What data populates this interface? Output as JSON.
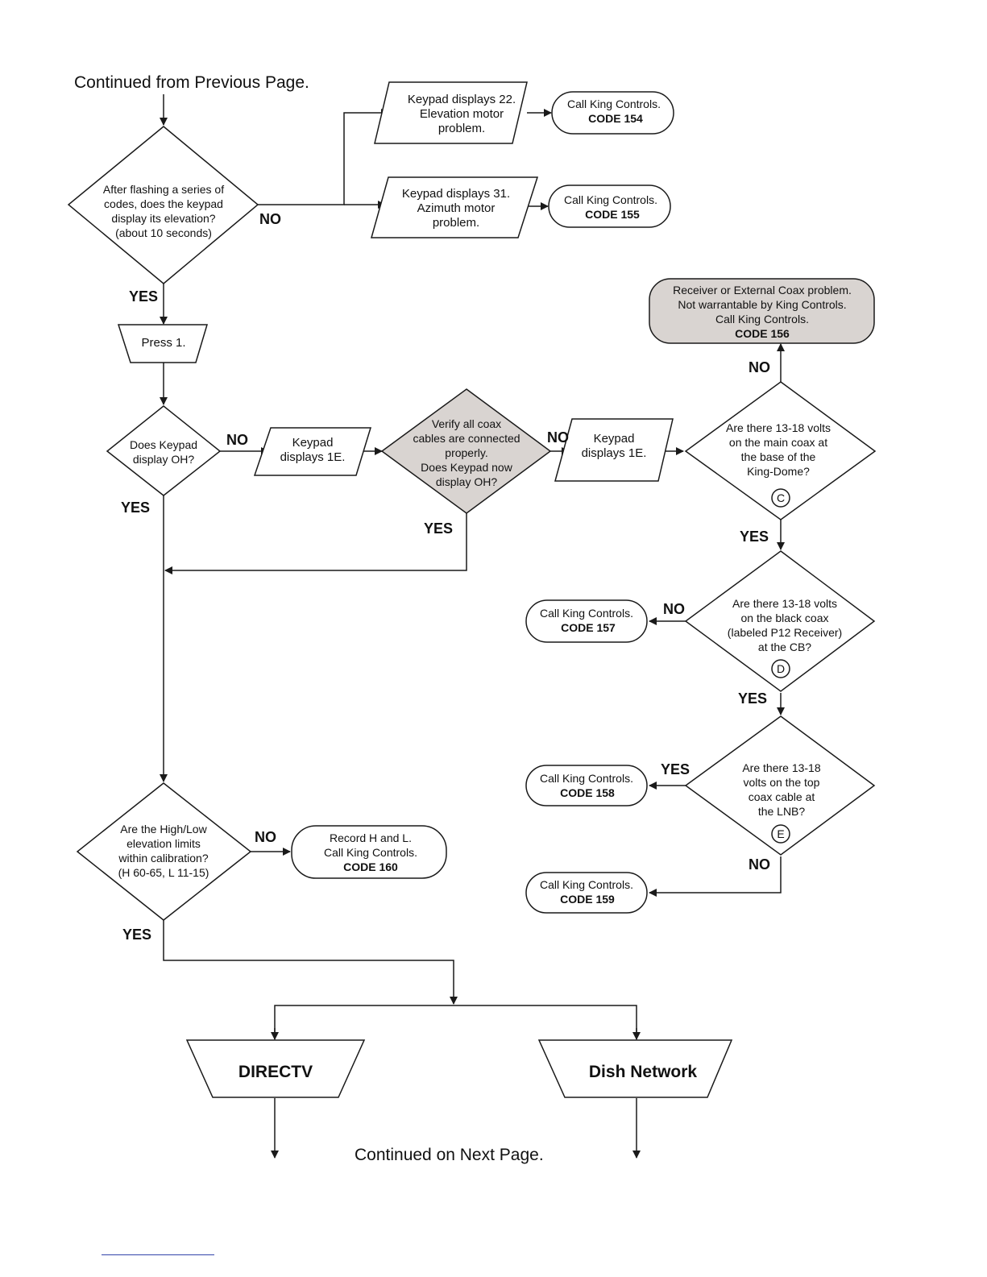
{
  "page": {
    "continued_from": "Continued from Previous Page.",
    "continued_on": "Continued on Next Page."
  },
  "decisions": {
    "elevation": [
      "After flashing a series of",
      "codes, does the keypad",
      "display its elevation?",
      "(about 10 seconds)"
    ],
    "oh": [
      "Does Keypad",
      "display OH?"
    ],
    "verify": [
      "Verify all coax",
      "cables are connected",
      "properly.",
      "Does Keypad now",
      "display OH?"
    ],
    "main_coax": [
      "Are there 13-18 volts",
      "on the main coax at",
      "the base of the",
      "King-Dome?"
    ],
    "black_coax": [
      "Are there 13-18 volts",
      "on the black coax",
      "(labeled P12 Receiver)",
      "at the CB?"
    ],
    "top_coax": [
      "Are there 13-18",
      "volts on the top",
      "coax cable at",
      "the LNB?"
    ],
    "limits": [
      "Are the High/Low",
      "elevation limits",
      "within calibration?",
      "(H 60-65, L 11-15)"
    ]
  },
  "markers": {
    "c": "C",
    "d": "D",
    "e": "E"
  },
  "io": {
    "kp22": [
      "Keypad displays 22.",
      "Elevation motor",
      "problem."
    ],
    "kp31": [
      "Keypad displays 31.",
      "Azimuth motor",
      "problem."
    ],
    "kp1e_a": [
      "Keypad",
      "displays 1E."
    ],
    "kp1e_b": [
      "Keypad",
      "displays 1E."
    ]
  },
  "manual": {
    "press1": "Press 1.",
    "directv": "DIRECTV",
    "dish": "Dish Network"
  },
  "terminals": {
    "code154": {
      "text": "Call King Controls.",
      "code": "CODE 154"
    },
    "code155": {
      "text": "Call King Controls.",
      "code": "CODE 155"
    },
    "code156": {
      "lines": [
        "Receiver or External Coax problem.",
        "Not warrantable by King Controls.",
        "Call King Controls."
      ],
      "code": "CODE 156"
    },
    "code157": {
      "text": "Call King Controls.",
      "code": "CODE 157"
    },
    "code158": {
      "text": "Call King Controls.",
      "code": "CODE 158"
    },
    "code159": {
      "text": "Call King Controls.",
      "code": "CODE 159"
    },
    "code160": {
      "lines": [
        "Record H and L.",
        "Call King Controls."
      ],
      "code": "CODE 160"
    }
  },
  "labels": {
    "no_elev": "NO",
    "yes_elev": "YES",
    "no_oh": "NO",
    "yes_oh": "YES",
    "no_verify": "NO",
    "yes_verify": "YES",
    "no_main": "NO",
    "yes_main": "YES",
    "no_black": "NO",
    "yes_black": "YES",
    "yes_top": "YES",
    "no_top": "NO",
    "no_limits": "NO",
    "yes_limits": "YES"
  },
  "colors": {
    "gray_fill": "#d9d4d1",
    "line": "#1a1a1a"
  }
}
